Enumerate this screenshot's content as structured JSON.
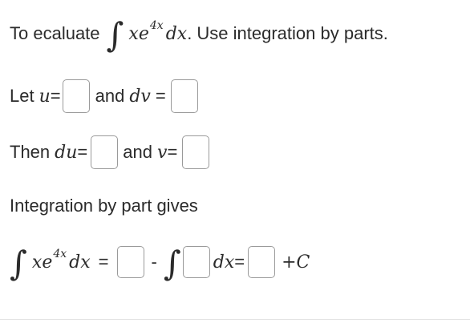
{
  "line1": {
    "prefix": "To ecaluate",
    "integral_sign": "∫",
    "integrand_x": "x",
    "integrand_e": "e",
    "exponent": "4x",
    "dx": "dx",
    "suffix": ". Use integration by parts."
  },
  "line2": {
    "let_label": "Let",
    "u_var": "u",
    "equals": "=",
    "and_label": "and",
    "dv_var": "dv",
    "equals2": "="
  },
  "line3": {
    "then_label": "Then",
    "du_var": "du",
    "equals": "=",
    "and_label": "and",
    "v_var": "v",
    "equals2": "="
  },
  "line4": {
    "text": "Integration by part gives"
  },
  "line5": {
    "integral_sign": "∫",
    "integrand_x": "x",
    "integrand_e": "e",
    "exponent": "4x",
    "dx": "dx",
    "equals": "=",
    "minus": "-",
    "integral_sign2": "∫",
    "dx2": "dx",
    "equals2": "=",
    "plus_c": "+C"
  }
}
